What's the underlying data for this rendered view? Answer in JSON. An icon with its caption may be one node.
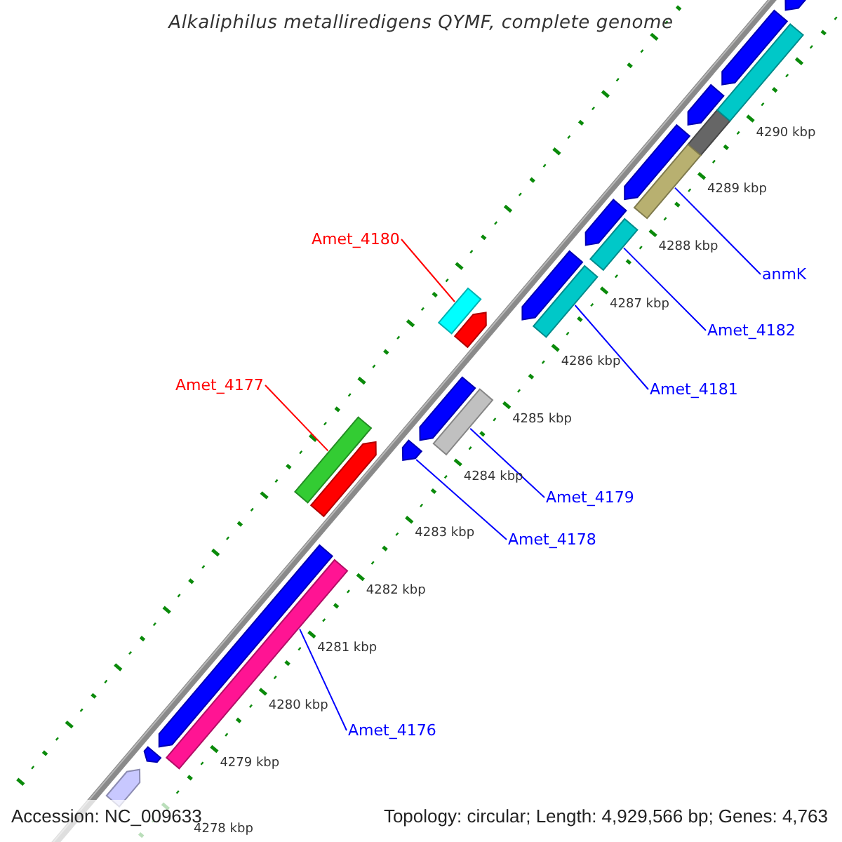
{
  "diagram": {
    "title": "Alkaliphilus metalliredigens QYMF, complete genome",
    "nodes": [
      {
        "text": [
          "Amet_4180"
        ]
      },
      {
        "text": [],
        "shape": "bar"
      },
      {
        "text": [
          "anmK"
        ]
      },
      {
        "text": [],
        "shape": "bar"
      },
      {
        "text": [
          "Amet_4182"
        ]
      },
      {
        "text": [],
        "shape": "bar"
      },
      {
        "text": [
          "Amet_4181"
        ]
      },
      {
        "text": [],
        "shape": "bar"
      },
      {
        "text": [
          "Amet_4177"
        ]
      },
      {
        "text": [],
        "shape": "bar"
      },
      {
        "text": [
          "Amet_4179"
        ]
      },
      {
        "text": [],
        "shape": "bar"
      },
      {
        "text": [
          "Amet_4178"
        ]
      },
      {
        "text": [],
        "shape": "bar"
      },
      {
        "text": [
          "Amet_4176"
        ]
      },
      {
        "text": [],
        "shape": "bar"
      }
    ],
    "edges": [
      {
        "from": 0,
        "to": 1,
        "arrow": "none",
        "color": "#ff0000"
      },
      {
        "from": 2,
        "to": 3,
        "arrow": "none"
      },
      {
        "from": 4,
        "to": 5,
        "arrow": "none"
      },
      {
        "from": 6,
        "to": 7,
        "arrow": "none"
      },
      {
        "from": 8,
        "to": 9,
        "arrow": "none",
        "color": "#ff0000"
      },
      {
        "from": 10,
        "to": 11,
        "arrow": "none"
      },
      {
        "from": 12,
        "to": 13,
        "arrow": "none"
      },
      {
        "from": 14,
        "to": 15,
        "arrow": "none"
      }
    ],
    "labels": [
      "4290 kbp",
      "4289 kbp",
      "4288 kbp",
      "4287 kbp",
      "4286 kbp",
      "4285 kbp",
      "4284 kbp",
      "4283 kbp",
      "4282 kbp",
      "4281 kbp",
      "4280 kbp",
      "4279 kbp",
      "4278 kbp",
      "Accession: NC_009633",
      "Topology: circular; Length: 4,929,566 bp; Genes: 4,763"
    ]
  }
}
